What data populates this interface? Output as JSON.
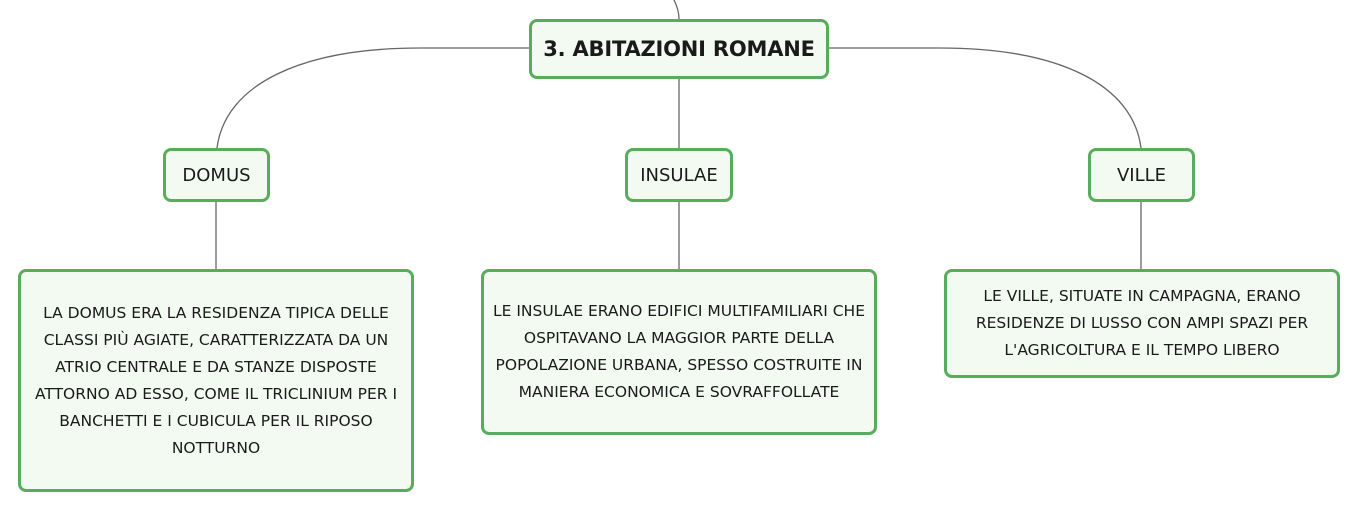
{
  "root": {
    "label": "3. ABITAZIONI ROMANE"
  },
  "branches": [
    {
      "label": "DOMUS",
      "description": "LA DOMUS ERA LA RESIDENZA TIPICA DELLE CLASSI PIÙ AGIATE, CARATTERIZZATA DA UN ATRIO CENTRALE E DA STANZE DISPOSTE ATTORNO AD ESSO, COME IL TRICLINIUM PER I BANCHETTI E I CUBICULA PER IL RIPOSO NOTTURNO"
    },
    {
      "label": "INSULAE",
      "description": "LE INSULAE ERANO EDIFICI MULTIFAMILIARI CHE OSPITAVANO LA MAGGIOR PARTE DELLA POPOLAZIONE URBANA, SPESSO COSTRUITE IN MANIERA ECONOMICA E SOVRAFFOLLATE"
    },
    {
      "label": "VILLE",
      "description": "LE VILLE, SITUATE IN CAMPAGNA, ERANO RESIDENZE DI LUSSO CON AMPI SPAZI PER L'AGRICOLTURA E IL TEMPO LIBERO"
    }
  ],
  "colors": {
    "border": "#58ad5c",
    "fill": "#f3faf2",
    "connector": "#666666"
  }
}
